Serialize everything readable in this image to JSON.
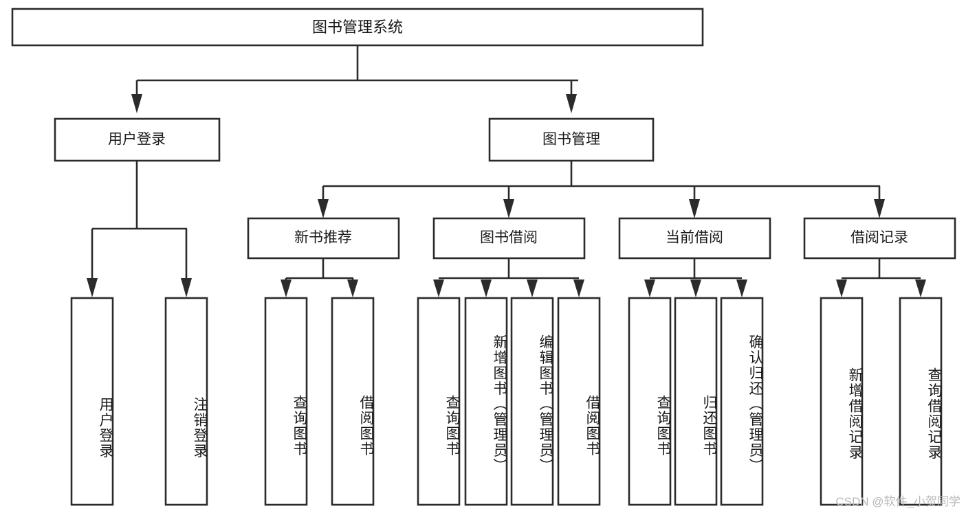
{
  "diagram": {
    "title": "图书管理系统",
    "type": "tree-hierarchy",
    "watermark": "CSDN @软件_小贺同学",
    "colors": {
      "stroke": "#2b2b2b",
      "box_fill": "#ffffff",
      "text": "#1a1a1a",
      "background": "#ffffff",
      "watermark": "#b9b9b9"
    },
    "root": {
      "label": "图书管理系统"
    },
    "level2": [
      {
        "label": "用户登录"
      },
      {
        "label": "图书管理"
      }
    ],
    "level3": [
      {
        "label": "新书推荐"
      },
      {
        "label": "图书借阅"
      },
      {
        "label": "当前借阅"
      },
      {
        "label": "借阅记录"
      }
    ],
    "leaves": {
      "user_login": [
        {
          "label": "用户登录"
        },
        {
          "label": "注销登录"
        }
      ],
      "new_book_recommend": [
        {
          "label": "查询图书"
        },
        {
          "label": "借阅图书"
        }
      ],
      "book_borrow": [
        {
          "label": "查询图书"
        },
        {
          "label": "新增图书（管理员）"
        },
        {
          "label": "编辑图书（管理员）"
        },
        {
          "label": "借阅图书"
        }
      ],
      "current_borrow": [
        {
          "label": "查询图书"
        },
        {
          "label": "归还图书"
        },
        {
          "label": "确认归还（管理员）"
        }
      ],
      "borrow_record": [
        {
          "label": "新增借阅记录"
        },
        {
          "label": "查询借阅记录"
        }
      ]
    }
  }
}
